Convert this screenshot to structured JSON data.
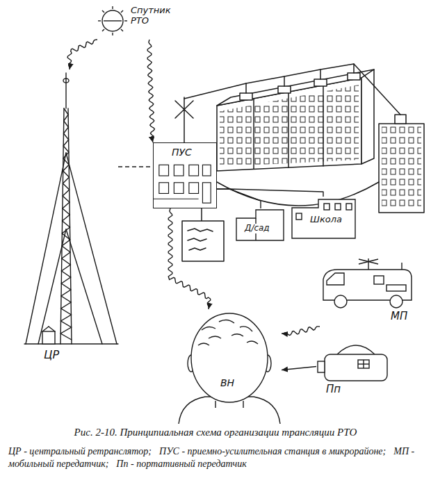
{
  "diagram": {
    "caption": "Рис. 2-10. Принципиальная схема организации трансляции РТО",
    "nodes": [
      {
        "text": [
          "Спутник РТО"
        ]
      },
      {
        "text": [
          "ЦР"
        ]
      },
      {
        "text": [
          "ПУС"
        ]
      },
      {
        "text": [
          "Д/сад"
        ]
      },
      {
        "text": [
          "Школа"
        ]
      },
      {
        "text": [
          "МП"
        ]
      },
      {
        "text": [
          "Пп"
        ]
      },
      {
        "text": [
          "ВН"
        ]
      }
    ],
    "edges": [
      {
        "from": 0,
        "to": 1,
        "arrow": "to"
      },
      {
        "from": 0,
        "to": 2,
        "arrow": "to"
      },
      {
        "from": 1,
        "to": 2,
        "arrow": "none"
      },
      {
        "from": 2,
        "to": 3,
        "arrow": "none"
      },
      {
        "from": 2,
        "to": 4,
        "arrow": "none"
      },
      {
        "from": 2,
        "to": 7,
        "arrow": "to"
      },
      {
        "from": 5,
        "to": 7,
        "arrow": "to"
      },
      {
        "from": 6,
        "to": 7,
        "arrow": "to"
      }
    ],
    "labels": [
      "ЦР - центральный ретранслятор;",
      "ПУС - приемно-усилительная станция в микрорайоне;",
      "МП - мобильный передатчик;",
      "Пп - портативный передатчик"
    ]
  }
}
